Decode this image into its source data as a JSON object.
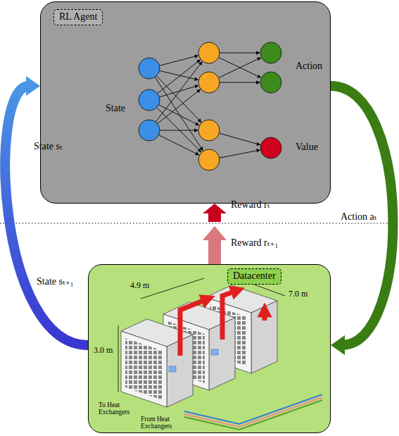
{
  "diagram": {
    "nodes": [
      {
        "text": [
          "RL Agent"
        ]
      },
      {
        "text": [
          "Datacenter"
        ]
      }
    ],
    "edges": [
      {
        "from": 1,
        "to": 0,
        "arrow": "to",
        "label": "State sₜ"
      },
      {
        "from": 0,
        "to": 1,
        "arrow": "to",
        "label": "Action aₜ"
      },
      {
        "from": 1,
        "to": 0,
        "arrow": "to",
        "label": "Reward rₜ"
      }
    ],
    "labels": [
      "State sₜ₊₁",
      "Reward rₜ₊₁",
      "State",
      "Action",
      "Value",
      "4.9 m",
      "7.0 m",
      "3.0 m",
      "To Heat Exchangers",
      "From Heat Exchangers"
    ]
  }
}
